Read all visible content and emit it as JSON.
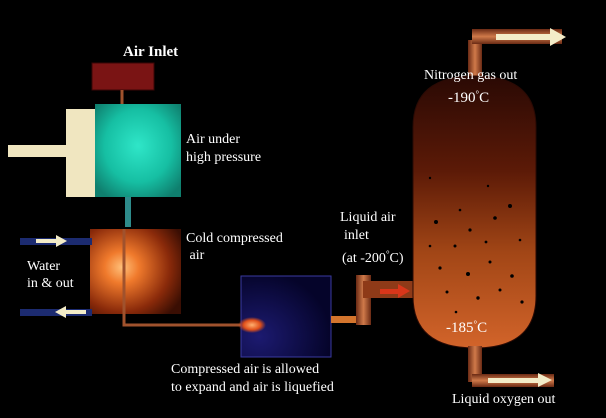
{
  "labels": {
    "air_inlet": "Air Inlet",
    "air_under_high_pressure": "Air under\nhigh pressure",
    "cold_compressed_air": "Cold compressed\n air",
    "water_in_out": "Water\nin & out",
    "compressed_air_expand": "Compressed air is allowed\nto expand and air is liquefied",
    "liquid_air_inlet_line1": "Liquid air",
    "liquid_air_inlet_line2": "inlet",
    "liquid_air_inlet_line3": "(at -200",
    "liquid_air_inlet_unit": "C)",
    "nitrogen_gas_out": "Nitrogen gas out",
    "top_temp_value": "-190",
    "top_temp_unit": "C",
    "bottom_temp_value": "-185",
    "bottom_temp_unit": "C",
    "liquid_oxygen_out": "Liquid oxygen out",
    "degree_symbol": "°"
  },
  "colors": {
    "background": "#000000",
    "air_inlet_box": "#7a1414",
    "pipe_copper": "#a0522d",
    "pipe_teal": "#2e8b8b",
    "pipe_navy": "#1c2b70",
    "piston_cream": "#f0e6c0",
    "high_pressure_chamber": "#1ad3b6",
    "cold_compressed_chamber": "#e0682a",
    "expansion_chamber": "#0b0a40",
    "column_dark": "#3a0c05",
    "column_light": "#c85a22",
    "arrow_cream": "#f3ecc8",
    "arrow_red": "#d9361a"
  },
  "icons": {
    "arrow_nitrogen_out": "arrow-right-icon",
    "arrow_oxygen_out": "arrow-right-icon",
    "arrow_water_in": "arrow-right-icon",
    "arrow_water_out": "arrow-left-icon",
    "arrow_liquid_air_in": "arrow-right-icon"
  }
}
